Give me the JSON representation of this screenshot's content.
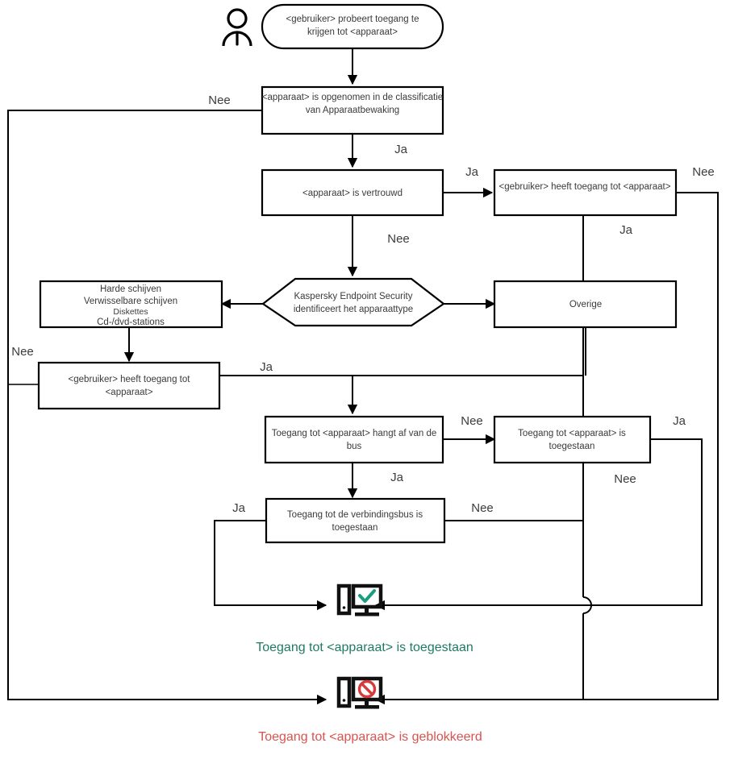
{
  "diagram": {
    "title": "Apparaatbewaking toegangsbeslissing stroomschema",
    "language": "nl",
    "colors": {
      "line": "#000000",
      "node_text": "#3a3a3a",
      "allow": "#1f7a64",
      "block": "#d9534f",
      "background": "#ffffff"
    },
    "actor": {
      "name": "user-icon",
      "label": ""
    },
    "nodes": {
      "start": {
        "shape": "rounded",
        "lines": [
          "<gebruiker> probeert toegang te",
          "krijgen tot <apparaat>"
        ]
      },
      "classified": {
        "shape": "rectangle",
        "lines": [
          "<apparaat> is opgenomen in de classificatie",
          "van Apparaatbewaking"
        ]
      },
      "trusted": {
        "shape": "rectangle",
        "lines": [
          "<apparaat> is vertrouwd"
        ]
      },
      "user_access_device_top": {
        "shape": "rectangle",
        "lines": [
          "<gebruiker> heeft toegang tot <apparaat>"
        ]
      },
      "identify": {
        "shape": "hexagon",
        "lines": [
          "Kaspersky Endpoint Security",
          "identificeert het apparaattype"
        ]
      },
      "device_types": {
        "shape": "rectangle",
        "lines": [
          "Harde schijven",
          "Verwisselbare schijven",
          "Diskettes",
          "Cd-/dvd-stations"
        ],
        "small_line_index": 2
      },
      "other": {
        "shape": "rectangle",
        "lines": [
          "Overige"
        ]
      },
      "user_access_device_left": {
        "shape": "rectangle",
        "lines": [
          "<gebruiker> heeft toegang tot",
          "<apparaat>"
        ]
      },
      "depends_on_bus": {
        "shape": "rectangle",
        "lines": [
          "Toegang tot <apparaat> hangt af van de",
          "bus"
        ]
      },
      "access_allowed": {
        "shape": "rectangle",
        "lines": [
          "Toegang tot <apparaat> is",
          "toegestaan"
        ]
      },
      "bus_allowed": {
        "shape": "rectangle",
        "lines": [
          "Toegang tot de verbindingsbus is",
          "toegestaan"
        ]
      }
    },
    "terminals": {
      "allowed": {
        "icon": "monitor-check-icon",
        "caption": "Toegang tot <apparaat> is toegestaan"
      },
      "blocked": {
        "icon": "monitor-blocked-icon",
        "caption": "Toegang tot <apparaat> is geblokkeerd"
      }
    },
    "edge_labels": {
      "classified_no": "Nee",
      "classified_yes": "Ja",
      "trusted_yes": "Ja",
      "trusted_no": "Nee",
      "user_access_top_no": "Nee",
      "user_access_top_yes": "Ja",
      "user_access_left_no": "Nee",
      "user_access_left_yes": "Ja",
      "bus_depends_no": "Nee",
      "bus_depends_yes": "Ja",
      "access_allowed_yes": "Ja",
      "access_allowed_no": "Nee",
      "bus_allowed_yes": "Ja",
      "bus_allowed_no": "Nee"
    }
  }
}
